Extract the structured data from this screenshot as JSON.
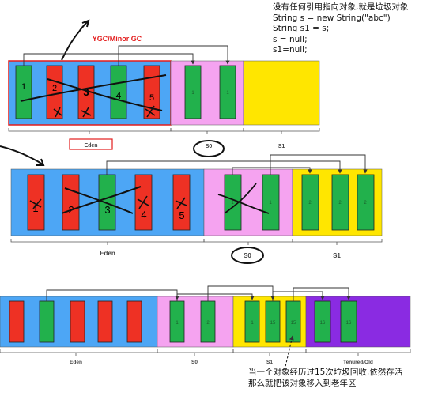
{
  "note_lines": [
    "没有任何引用指向对象,就是垃圾对象",
    "String s = new String(\"abc\")",
    "String s1 = s;",
    "s = null;",
    "s1=null;"
  ],
  "gc_label": "YGC/Minor GC",
  "diagram1": {
    "eden_label": "Eden",
    "s0_label": "S0",
    "s1_label": "S1",
    "eden_marks": [
      "1",
      "2",
      "3",
      "4",
      "5"
    ],
    "s0_marks": [
      "1",
      "1"
    ]
  },
  "diagram2": {
    "eden_label": "Eden",
    "s0_label": "S0",
    "s1_label": "S1",
    "eden_marks": [
      "1",
      "2",
      "3",
      "4",
      "5"
    ],
    "s0_marks": [
      "1",
      "1"
    ],
    "s1_marks": [
      "2",
      "2",
      "2"
    ]
  },
  "diagram3": {
    "eden_label": "Eden",
    "s0_label": "S0",
    "s1_label": "S1",
    "old_label": "Tenured/Old",
    "s0_marks": [
      "1",
      "2"
    ],
    "s1_marks": [
      "1",
      "15",
      "15"
    ],
    "old_marks": [
      "16",
      "16"
    ]
  },
  "bottom_note_lines": [
    "当一个对象经历过15次垃圾回收,依然存活",
    "那么就把该对象移入到老年区"
  ],
  "colors": {
    "eden": "#4da6f5",
    "survivor_pink": "#f5a3f0",
    "survivor_yellow": "#ffe600",
    "old": "#8a2be2",
    "obj_red": "#ee3124",
    "obj_green": "#22b14c"
  }
}
